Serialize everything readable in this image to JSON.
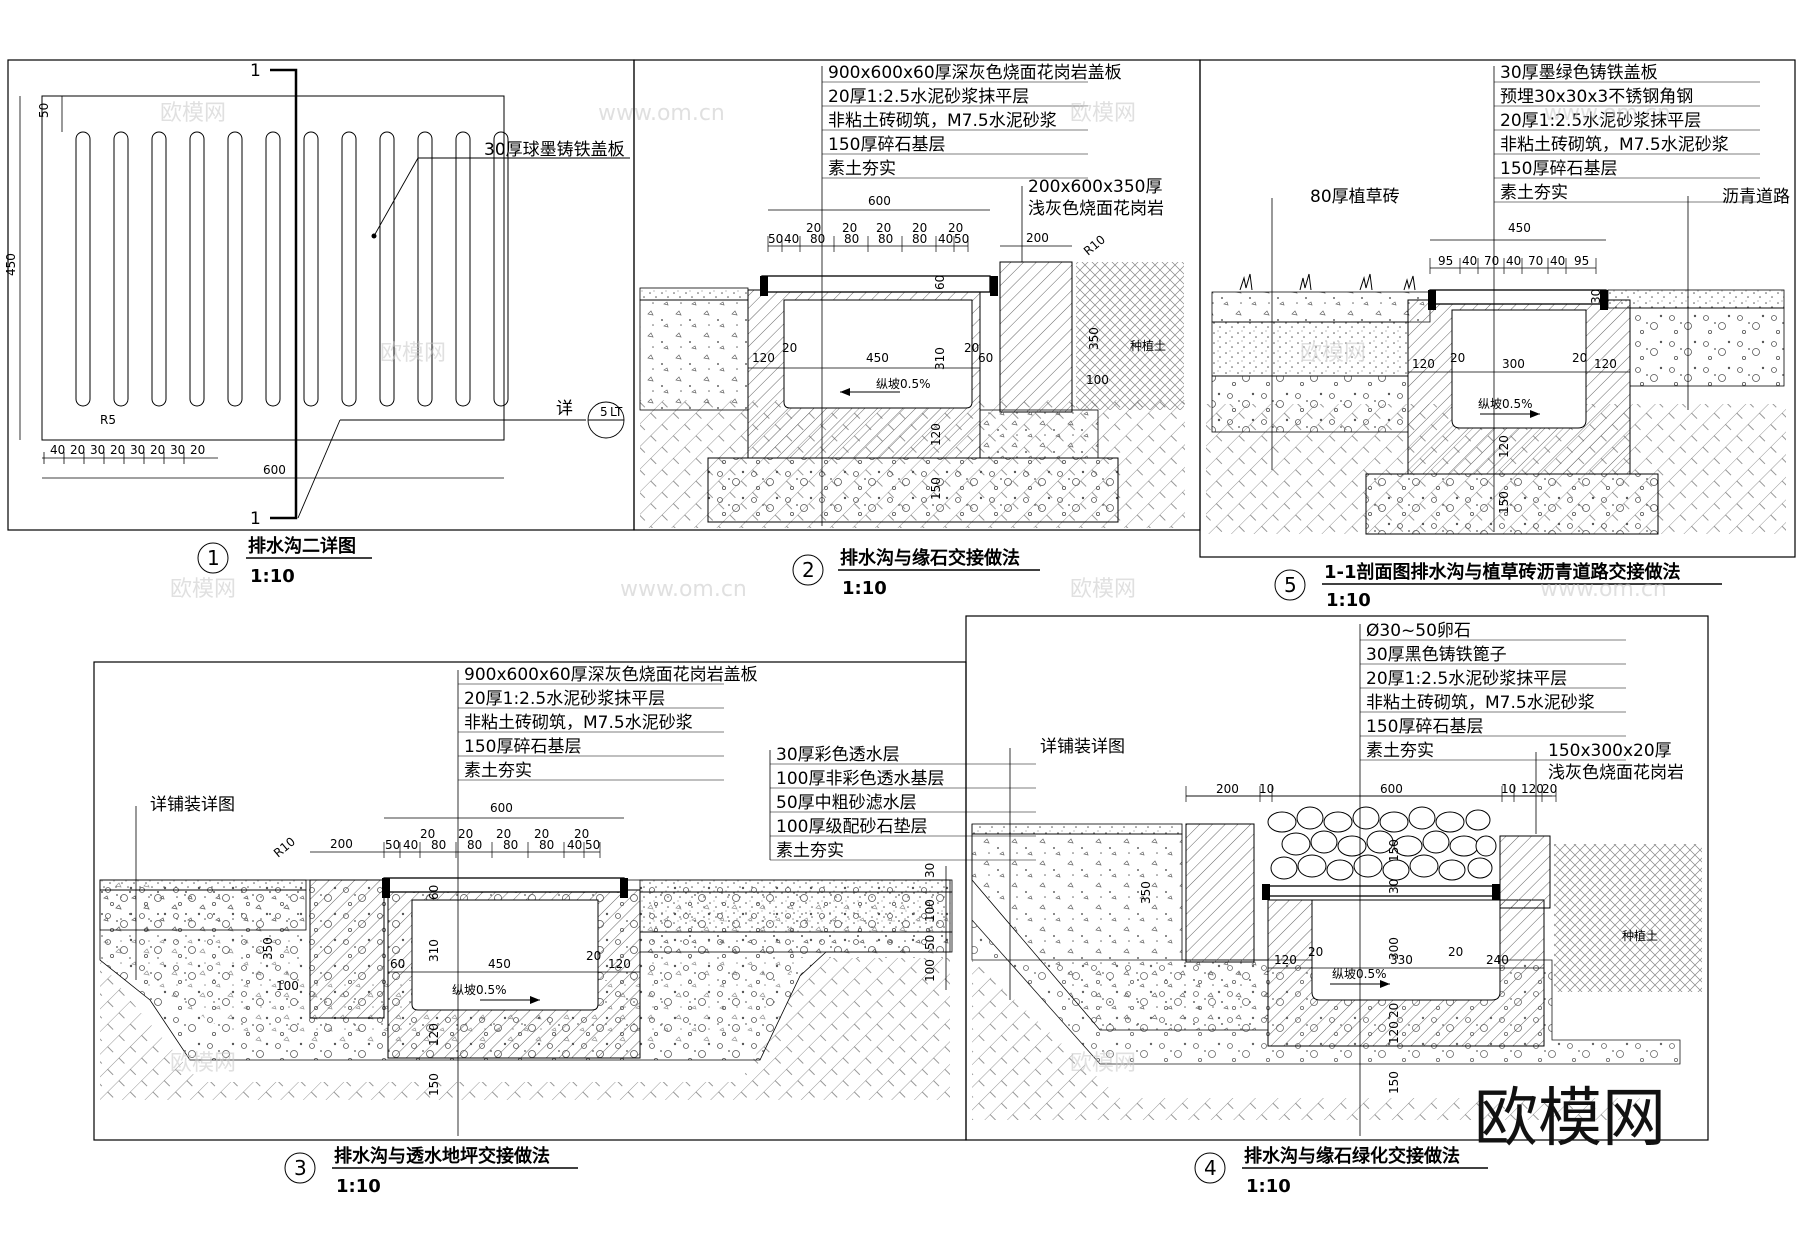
{
  "watermark": {
    "brand": "欧模网",
    "site": "www.om.cn"
  },
  "details": {
    "d1": {
      "number": "1",
      "title": "排水沟二详图",
      "scale": "1:10",
      "section_mark": "1",
      "callout": "30厚球墨铸铁盖板",
      "detail_ref": "详",
      "detail_ref_num": "5",
      "detail_ref_sheet": "LT",
      "dims": {
        "top": "50",
        "height": "450",
        "radius": "R5",
        "width": "600",
        "bottom": [
          "40",
          "20",
          "30",
          "20",
          "30",
          "20",
          "30",
          "20"
        ]
      }
    },
    "d2": {
      "number": "2",
      "title": "排水沟与缘石交接做法",
      "scale": "1:10",
      "labels": [
        "900x600x60厚深灰色烧面花岗岩盖板",
        "20厚1:2.5水泥砂浆抹平层",
        "非粘土砖砌筑，M7.5水泥砂浆",
        "150厚碎石基层",
        "素土夯实"
      ],
      "curb": [
        "200x600x350厚",
        "浅灰色烧面花岗岩"
      ],
      "soil": "种植土",
      "slope": "纵坡0.5%",
      "dims": {
        "total": "600",
        "top_row": [
          "20",
          "20",
          "20",
          "20",
          "20"
        ],
        "mid_row": [
          "50",
          "40",
          "80",
          "80",
          "80",
          "80",
          "40",
          "50"
        ],
        "curb_w": "200",
        "radius": "R10",
        "d60": "60",
        "d310": "310",
        "d20a": "20",
        "d20b": "20",
        "d120l": "120",
        "d450": "450",
        "d60r": "60",
        "d350": "350",
        "d100": "100",
        "d120": "120",
        "d150": "150"
      }
    },
    "d5": {
      "number": "5",
      "title": "1-1剖面图排水沟与植草砖沥青道路交接做法",
      "scale": "1:10",
      "labels": [
        "30厚墨绿色铸铁盖板",
        "预埋30x30x3不锈钢角钢",
        "20厚1:2.5水泥砂浆抹平层",
        "非粘土砖砌筑，M7.5水泥砂浆",
        "150厚碎石基层",
        "素土夯实"
      ],
      "left_label": "80厚植草砖",
      "right_label": "沥青道路",
      "slope": "纵坡0.5%",
      "dims": {
        "total": "450",
        "row": [
          "95",
          "40",
          "70",
          "40",
          "70",
          "40",
          "95"
        ],
        "d30": "30",
        "d120l": "120",
        "d20l": "20",
        "d300": "300",
        "d20r": "20",
        "d120r": "120",
        "d120": "120",
        "d150": "150"
      }
    },
    "d3": {
      "number": "3",
      "title": "排水沟与透水地坪交接做法",
      "scale": "1:10",
      "labels": [
        "900x600x60厚深灰色烧面花岗岩盖板",
        "20厚1:2.5水泥砂浆抹平层",
        "非粘土砖砌筑，M7.5水泥砂浆",
        "150厚碎石基层",
        "素土夯实"
      ],
      "right_labels": [
        "30厚彩色透水层",
        "100厚非彩色透水基层",
        "50厚中粗砂滤水层",
        "100厚级配砂石垫层",
        "素土夯实"
      ],
      "left_label": "详铺装详图",
      "slope": "纵坡0.5%",
      "dims": {
        "total": "600",
        "top_row": [
          "20",
          "20",
          "20",
          "20",
          "20"
        ],
        "mid_row": [
          "50",
          "40",
          "80",
          "80",
          "80",
          "80",
          "40",
          "50"
        ],
        "left_w": "200",
        "radius": "R10",
        "d60": "60",
        "d310": "310",
        "d350": "350",
        "d100": "100",
        "d60l": "60",
        "d450": "450",
        "d20": "20",
        "d120r": "120",
        "d120": "120",
        "d150": "150",
        "r30": "30",
        "r100a": "100",
        "r50": "50",
        "r100b": "100"
      }
    },
    "d4": {
      "number": "4",
      "title": "排水沟与缘石绿化交接做法",
      "scale": "1:10",
      "labels": [
        "Ø30~50卵石",
        "30厚黑色铸铁篦子",
        "20厚1:2.5水泥砂浆抹平层",
        "非粘土砖砌筑，M7.5水泥砂浆",
        "150厚碎石基层",
        "素土夯实"
      ],
      "curb": [
        "150x300x20厚",
        "浅灰色烧面花岗岩"
      ],
      "left_label": "详铺装详图",
      "soil": "种植土",
      "slope": "纵坡0.5%",
      "dims": {
        "top_row": [
          "200",
          "10",
          "600",
          "10",
          "120",
          "20"
        ],
        "d350": "350",
        "d150": "150",
        "d30": "30",
        "d300": "300",
        "d120l": "120",
        "d20l": "20",
        "d330": "330",
        "d20r": "20",
        "d240": "240",
        "d20b": "20",
        "d120": "120",
        "d150b": "150"
      }
    }
  }
}
